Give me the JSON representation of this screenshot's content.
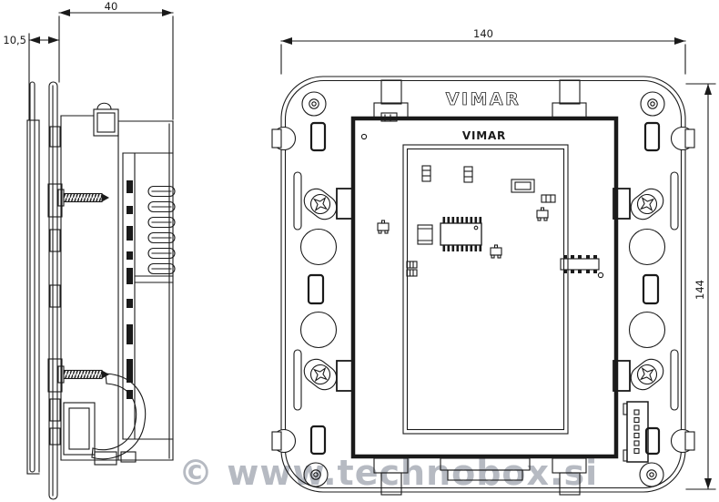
{
  "colors": {
    "line": "#1a1a1a",
    "watermark": "#b6bac2",
    "background": "#ffffff"
  },
  "watermark": {
    "text": "© www.technobox.si"
  },
  "dimensions": {
    "side_top_width": "40",
    "side_plate_depth": "10,5",
    "front_width": "140",
    "front_height": "144"
  },
  "branding": {
    "frame_logo": "VIMAR",
    "unit_logo": "VIMAR"
  }
}
